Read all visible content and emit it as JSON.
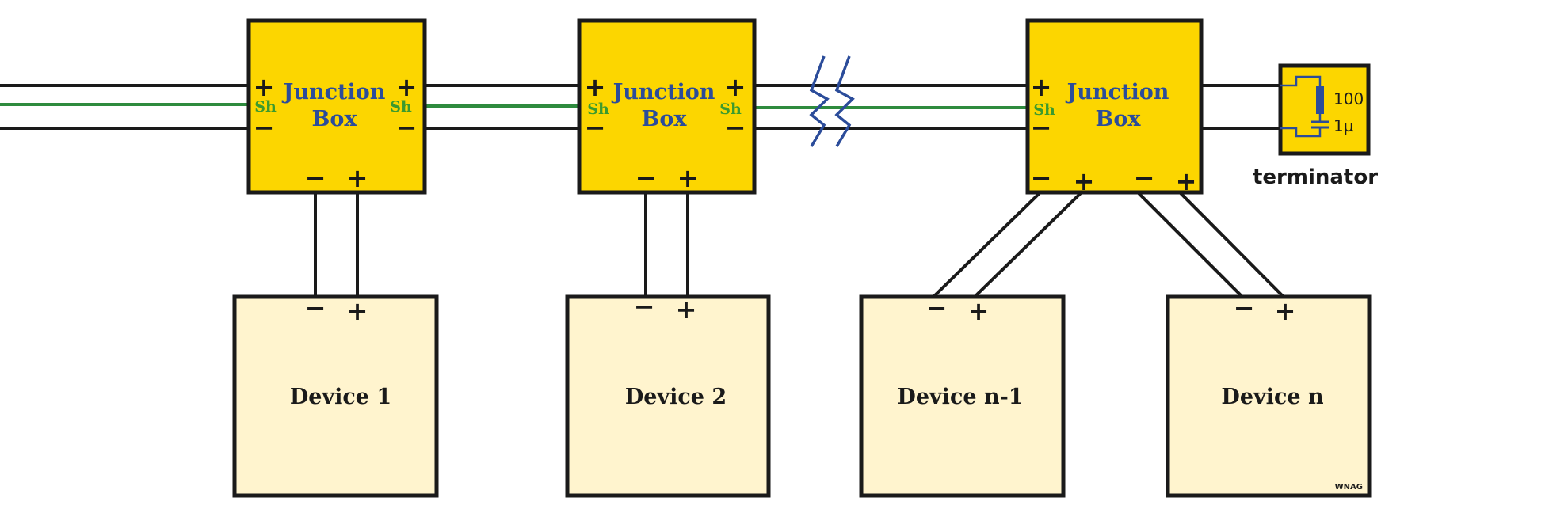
{
  "colors": {
    "junction_fill": "#FCD600",
    "device_fill": "#FFF4CE",
    "outline": "#1A1A1A",
    "shield": "#2E8B3E",
    "title_blue": "#2B4C9A",
    "sh_green": "#3B9A2E"
  },
  "junction_boxes": [
    {
      "title_line1": "Junction",
      "title_line2": "Box",
      "left": {
        "plus": "+",
        "sh": "Sh",
        "minus": "−"
      },
      "right": {
        "plus": "+",
        "sh": "Sh",
        "minus": "−"
      },
      "bottom": [
        "−",
        "+"
      ]
    },
    {
      "title_line1": "Junction",
      "title_line2": "Box",
      "left": {
        "plus": "+",
        "sh": "Sh",
        "minus": "−"
      },
      "right": {
        "plus": "+",
        "sh": "Sh",
        "minus": "−"
      },
      "bottom": [
        "−",
        "+"
      ]
    },
    {
      "title_line1": "Junction",
      "title_line2": "Box",
      "left": {
        "plus": "+",
        "sh": "Sh",
        "minus": "−"
      },
      "bottom": [
        "−",
        "+",
        "−",
        "+"
      ]
    }
  ],
  "devices": [
    {
      "label": "Device 1",
      "minus": "−",
      "plus": "+"
    },
    {
      "label": "Device 2",
      "minus": "−",
      "plus": "+"
    },
    {
      "label": "Device n-1",
      "minus": "−",
      "plus": "+"
    },
    {
      "label": "Device n",
      "minus": "−",
      "plus": "+"
    }
  ],
  "terminator": {
    "label": "terminator",
    "resistor_value": "100",
    "capacitor_value": "1µ"
  },
  "watermark": "WNAG"
}
